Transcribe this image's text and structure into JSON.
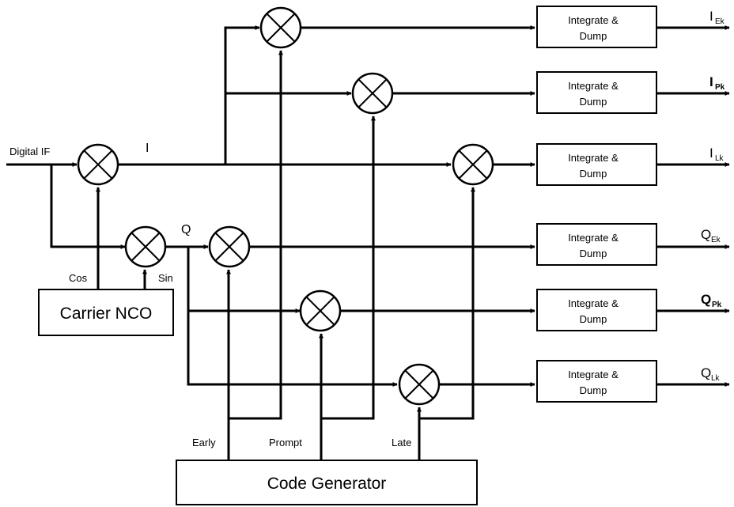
{
  "input": {
    "label": "Digital IF"
  },
  "signals": {
    "i": "I",
    "q": "Q"
  },
  "carrier": {
    "label": "Carrier NCO",
    "cos": "Cos",
    "sin": "Sin"
  },
  "code_generator": {
    "label": "Code Generator",
    "early": "Early",
    "prompt": "Prompt",
    "late": "Late"
  },
  "integrators": [
    {
      "label_line1": "Integrate &",
      "label_line2": "Dump",
      "out_main": "I",
      "out_sub": "Ek",
      "out_color": "#000000"
    },
    {
      "label_line1": "Integrate &",
      "label_line2": "Dump",
      "out_main": "I",
      "out_sub": "Pk",
      "out_color": "#e8161b"
    },
    {
      "label_line1": "Integrate &",
      "label_line2": "Dump",
      "out_main": "I",
      "out_sub": "Lk",
      "out_color": "#000000"
    },
    {
      "label_line1": "Integrate &",
      "label_line2": "Dump",
      "out_main": "Q",
      "out_sub": "Ek",
      "out_color": "#000000"
    },
    {
      "label_line1": "Integrate &",
      "label_line2": "Dump",
      "out_main": "Q",
      "out_sub": "Pk",
      "out_color": "#e8161b"
    },
    {
      "label_line1": "Integrate &",
      "label_line2": "Dump",
      "out_main": "Q",
      "out_sub": "Lk",
      "out_color": "#000000"
    }
  ]
}
